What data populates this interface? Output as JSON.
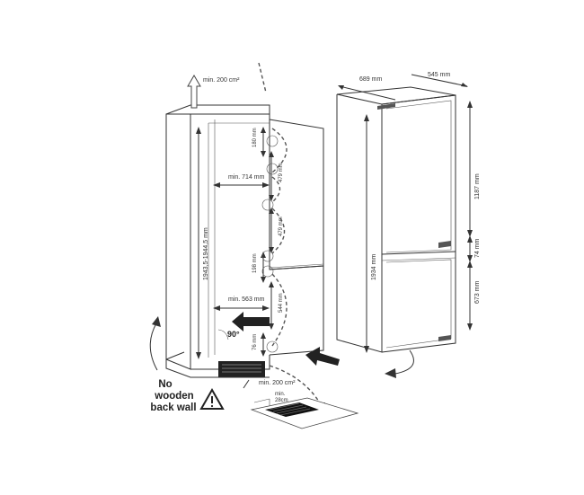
{
  "labels": {
    "vent_top": "min. 200 cm²",
    "vent_bottom": "min. 200 cm²",
    "niche_height": "1943,5-1944,5 mm",
    "niche_depth": "min. 714 mm",
    "niche_depth_lower": "min. 563 mm",
    "hinge_180": "180 mm",
    "hinge_479_a": "479 mm",
    "hinge_479_b": "479 mm",
    "hinge_198": "198 mm",
    "hinge_544": "544 mm",
    "hinge_76": "76 mm",
    "angle": "90°",
    "warning_line1": "No",
    "warning_line2": "wooden",
    "warning_line3": "back wall",
    "base_vent_min": "min.",
    "base_vent_value": "28cm",
    "width": "689 mm",
    "depth": "545 mm",
    "total_height": "1934 mm",
    "upper_height": "1187 mm",
    "middle_height": "74 mm",
    "lower_height": "673 mm"
  },
  "colors": {
    "line": "#333333",
    "warning": "#222222"
  }
}
